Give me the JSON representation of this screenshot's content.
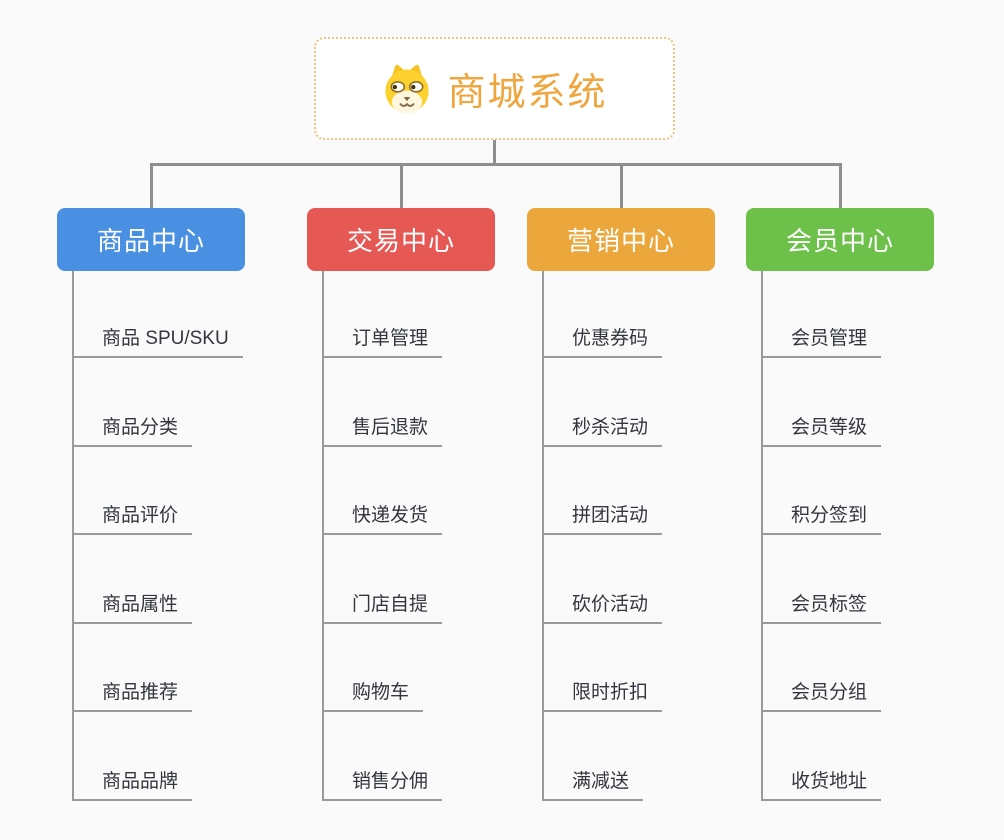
{
  "root": {
    "title": "商城系统",
    "title_color": "#F0A63E",
    "border_color": "#F2C27E",
    "icon": "dog-icon"
  },
  "background_color": "#FAFAFA",
  "connector_color": "#8E8E8E",
  "branches": [
    {
      "label": "商品中心",
      "color": "#4A90E2",
      "children": [
        "商品 SPU/SKU",
        "商品分类",
        "商品评价",
        "商品属性",
        "商品推荐",
        "商品品牌"
      ]
    },
    {
      "label": "交易中心",
      "color": "#E65854",
      "children": [
        "订单管理",
        "售后退款",
        "快递发货",
        "门店自提",
        "购物车",
        "销售分佣"
      ]
    },
    {
      "label": "营销中心",
      "color": "#EBA73B",
      "children": [
        "优惠券码",
        "秒杀活动",
        "拼团活动",
        "砍价活动",
        "限时折扣",
        "满减送"
      ]
    },
    {
      "label": "会员中心",
      "color": "#6DC14A",
      "children": [
        "会员管理",
        "会员等级",
        "积分签到",
        "会员标签",
        "会员分组",
        "收货地址"
      ]
    }
  ]
}
